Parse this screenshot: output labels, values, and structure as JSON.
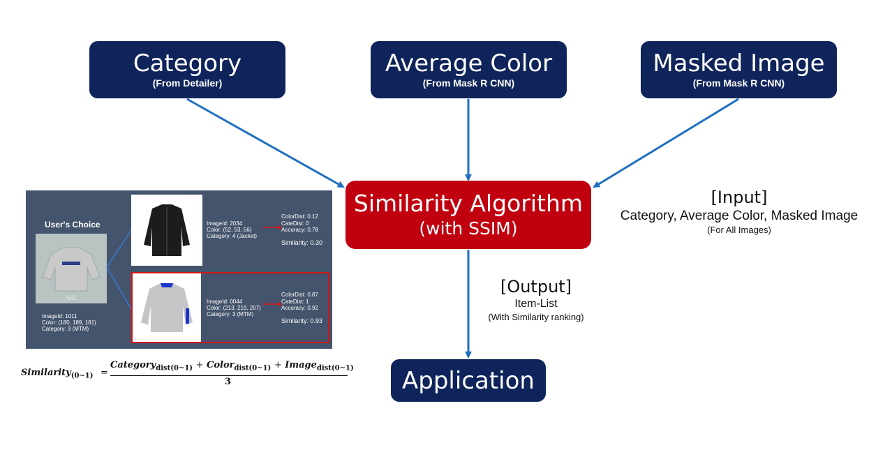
{
  "inputs": {
    "category": {
      "title": "Category",
      "subtitle": "(From Detailer)"
    },
    "average_color": {
      "title": "Average Color",
      "subtitle": "(From Mask R CNN)"
    },
    "masked_image": {
      "title": "Masked Image",
      "subtitle": "(From Mask R CNN)"
    }
  },
  "algorithm": {
    "title": "Similarity Algorithm",
    "subtitle": "(with SSIM)"
  },
  "input_note": {
    "heading": "[Input]",
    "line": "Category, Average Color, Masked Image",
    "note": "(For All Images)"
  },
  "output_note": {
    "heading": "[Output]",
    "line": "Item-List",
    "note": "(With Similarity ranking)"
  },
  "application": {
    "title": "Application"
  },
  "example": {
    "users_choice": "User's Choice",
    "query": {
      "id": "ImageId: 1011",
      "color": "Color: (180, 189, 181)",
      "category": "Category: 3 (MTM)"
    },
    "candidates": [
      {
        "id": "ImageId: 2034",
        "color": "Color: (52, 53, 56)",
        "category": "Category: 4 (Jacket)",
        "color_dist": "ColorDist: 0.12",
        "cate_dist": "CateDist: 0",
        "accuracy": "Accuracy: 0.78",
        "similarity": "Similarity: 0.30"
      },
      {
        "id": "ImageId: 0044",
        "color": "Color: (213, 219, 207)",
        "category": "Category: 3 (MTM)",
        "color_dist": "ColorDist: 0.87",
        "cate_dist": "CateDist: 1",
        "accuracy": "Accuracy: 0.92",
        "similarity": "Similarity: 0.93"
      }
    ]
  },
  "formula": {
    "lhs": "Similarity",
    "lhs_sub": "(0~1)",
    "eq": "=",
    "t1": "Category",
    "t1_sub": "dist(0~1)",
    "plus1": "+",
    "t2": "Color",
    "t2_sub": "dist(0~1)",
    "plus2": "+",
    "t3": "Image",
    "t3_sub": "dist(0~1)",
    "denominator": "3"
  },
  "colors": {
    "navy": "#0f245a",
    "red": "#c1000f",
    "arrow": "#1f6fc0",
    "panel": "#44546c"
  }
}
